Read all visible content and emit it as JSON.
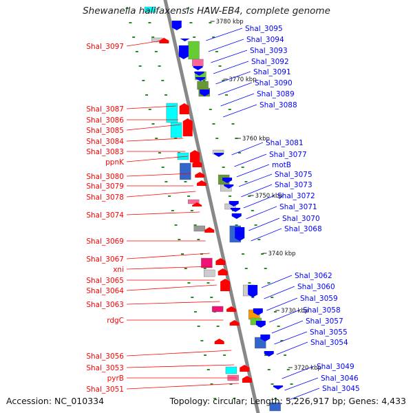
{
  "title": "Shewanella halifaxensis HAW-EB4, complete genome",
  "footer": {
    "accession": "Accession: NC_010334",
    "topology": "Topology: circular; Length: 5,226,917 bp; Genes: 4,433"
  },
  "colors": {
    "forward": "#ff0000",
    "reverse": "#0000ff",
    "backbone": "#888888",
    "tick": "#228b22",
    "cog_palette": [
      "#00ffff",
      "#66cc33",
      "#ff6699",
      "#3366cc",
      "#999999",
      "#cccccc",
      "#669933",
      "#ff9900",
      "#9999ff",
      "#ee1177"
    ]
  },
  "scale_labels": [
    "3780 kbp",
    "3770 kbp",
    "3760 kbp",
    "3750 kbp",
    "3740 kbp",
    "3730 kbp",
    "3720 kbp"
  ],
  "left_genes": [
    "Shal_3097",
    "Shal_3087",
    "Shal_3086",
    "Shal_3085",
    "Shal_3084",
    "Shal_3083",
    "ppnK",
    "Shal_3080",
    "Shal_3079",
    "Shal_3078",
    "Shal_3074",
    "Shal_3069",
    "Shal_3067",
    "xni",
    "Shal_3065",
    "Shal_3064",
    "Shal_3063",
    "rdgC",
    "Shal_3056",
    "Shal_3053",
    "pyrB",
    "Shal_3051"
  ],
  "right_genes": [
    "Shal_3095",
    "Shal_3094",
    "Shal_3093",
    "Shal_3092",
    "Shal_3091",
    "Shal_3090",
    "Shal_3089",
    "Shal_3088",
    "Shal_3081",
    "Shal_3077",
    "motB",
    "Shal_3075",
    "Shal_3073",
    "Shal_3072",
    "Shal_3071",
    "Shal_3070",
    "Shal_3068",
    "Shal_3062",
    "Shal_3060",
    "Shal_3059",
    "Shal_3058",
    "Shal_3057",
    "Shal_3055",
    "Shal_3054",
    "Shal_3049",
    "Shal_3046",
    "Shal_3045"
  ]
}
